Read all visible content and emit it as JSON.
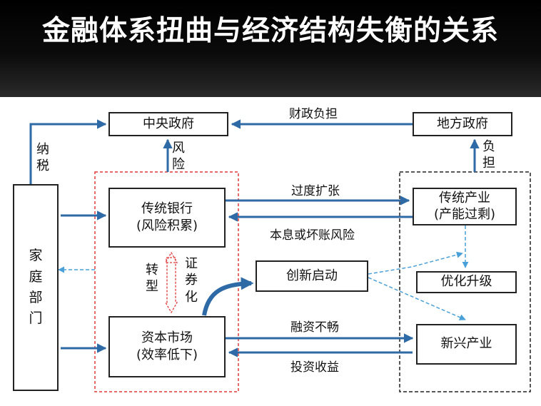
{
  "title": "金融体系扭曲与经济结构失衡的关系",
  "nodes": {
    "central_gov": "中央政府",
    "local_gov": "地方政府",
    "household": "家庭部门",
    "traditional_bank_l1": "传统银行",
    "traditional_bank_l2": "(风险积累)",
    "capital_market_l1": "资本市场",
    "capital_market_l2": "(效率低下)",
    "innovation_start": "创新启动",
    "traditional_industry_l1": "传统产业",
    "traditional_industry_l2": "(产能过剩)",
    "optimize_upgrade": "优化升级",
    "emerging_industry": "新兴产业"
  },
  "edge_labels": {
    "fiscal_burden": "财政负担",
    "tax_paying": "纳税",
    "risk": "风险",
    "burden": "负担",
    "over_expansion": "过度扩张",
    "principal_bad_debt_risk": "本息或坏账风险",
    "transformation": "转型",
    "securitization": "证券化",
    "financing_blocked": "融资不畅",
    "investment_return": "投资收益"
  }
}
